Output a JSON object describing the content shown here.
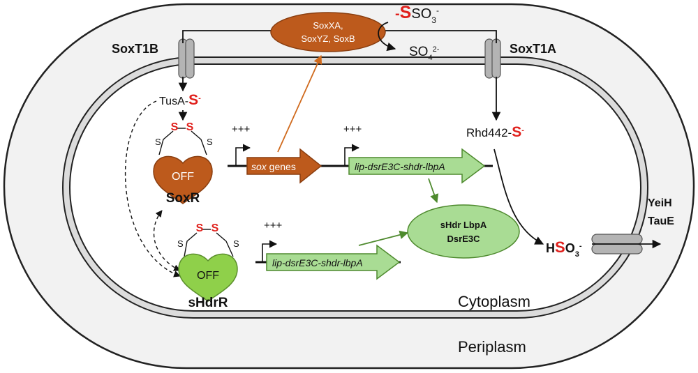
{
  "compartments": {
    "periplasm": "Periplasm",
    "cytoplasm": "Cytoplasm"
  },
  "transporters": {
    "soxt1b": "SoxT1B",
    "soxt1a": "SoxT1A",
    "yeih": "YeiH",
    "taue": "TauE"
  },
  "sox_complex": {
    "line1": "SoxXA,",
    "line2": "SoxYZ, SoxB"
  },
  "thiosulfate": {
    "minus_prefix": "-",
    "sulfur": "S",
    "rest": "SO",
    "sub": "3",
    "sup": "-"
  },
  "sulfate": {
    "base": "SO",
    "sub": "4",
    "sup": "2-"
  },
  "tusa": {
    "label": "TusA-",
    "sulfur": "S",
    "sup": "-"
  },
  "rhd442": {
    "label": "Rhd442-",
    "sulfur": "S",
    "sup": "-"
  },
  "bisulfite": {
    "h": "H",
    "sulfur": "S",
    "rest": "O",
    "sub": "3",
    "sup": "-"
  },
  "soxr": {
    "state": "OFF",
    "name": "SoxR",
    "s_left": "S",
    "s_right": "S",
    "s_bridge_1": "S",
    "s_bridge_2": "S"
  },
  "shdrr": {
    "state": "OFF",
    "name": "sHdrR",
    "s_left": "S",
    "s_right": "S",
    "s_bridge_1": "S",
    "s_bridge_2": "S"
  },
  "promoters": {
    "sox": "+++",
    "lip_top": "+++",
    "lip_bottom": "+++"
  },
  "genes": {
    "sox_italic": "sox",
    "sox_rest": " genes",
    "lip_top": "lip-dsrE3C-shdr-lbpA",
    "lip_bottom": "lip-dsrE3C-shdr-lbpA"
  },
  "shdr_complex": {
    "line1": "sHdr LbpA",
    "line2": "DsrE3C"
  },
  "colors": {
    "soxr_brown": "#bd5a1c",
    "shdrr_green": "#8fd04a",
    "gene_green": "#a9dc94",
    "sulfur_red": "#e0201c",
    "orange_arrow": "#d06a1d",
    "green_arrow": "#4e8a2e"
  }
}
